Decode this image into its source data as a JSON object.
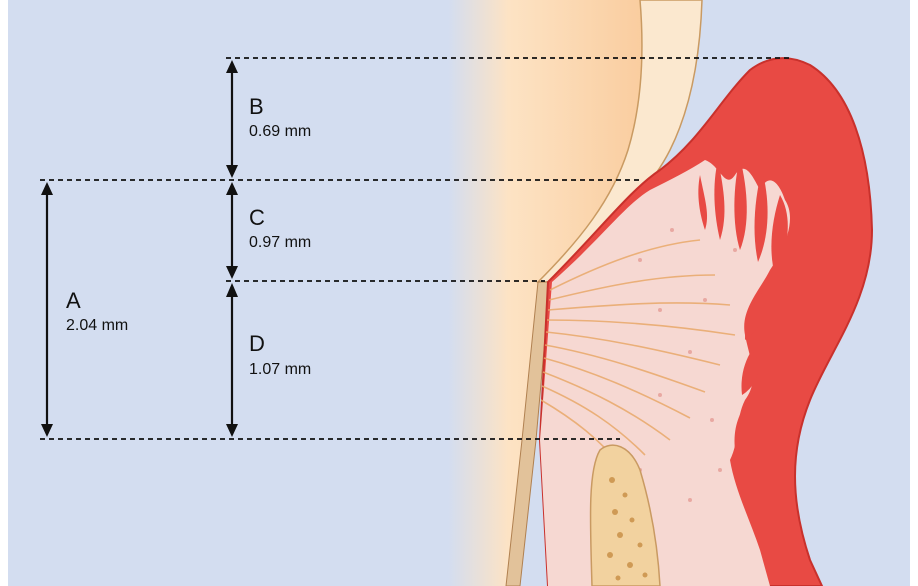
{
  "measurements": {
    "a": {
      "letter": "A",
      "value": "2.04 mm"
    },
    "b": {
      "letter": "B",
      "value": "0.69 mm"
    },
    "c": {
      "letter": "C",
      "value": "0.97 mm"
    },
    "d": {
      "letter": "D",
      "value": "1.07 mm"
    }
  },
  "colors": {
    "background": "#d3ddf0",
    "tooth_gradient_light": "#fde3c4",
    "tooth_gradient": "#f8c592",
    "enamel": "#fbe8cf",
    "root_cementum": "#e2c29a",
    "gingiva_red": "#e84a44",
    "gingiva_dark": "#c9312c",
    "connective_tissue": "#f6d8d2",
    "fibers": "#e9a96a",
    "bone": "#f2d29f",
    "marrow": "#cf9a55",
    "guide_line": "#111111"
  }
}
